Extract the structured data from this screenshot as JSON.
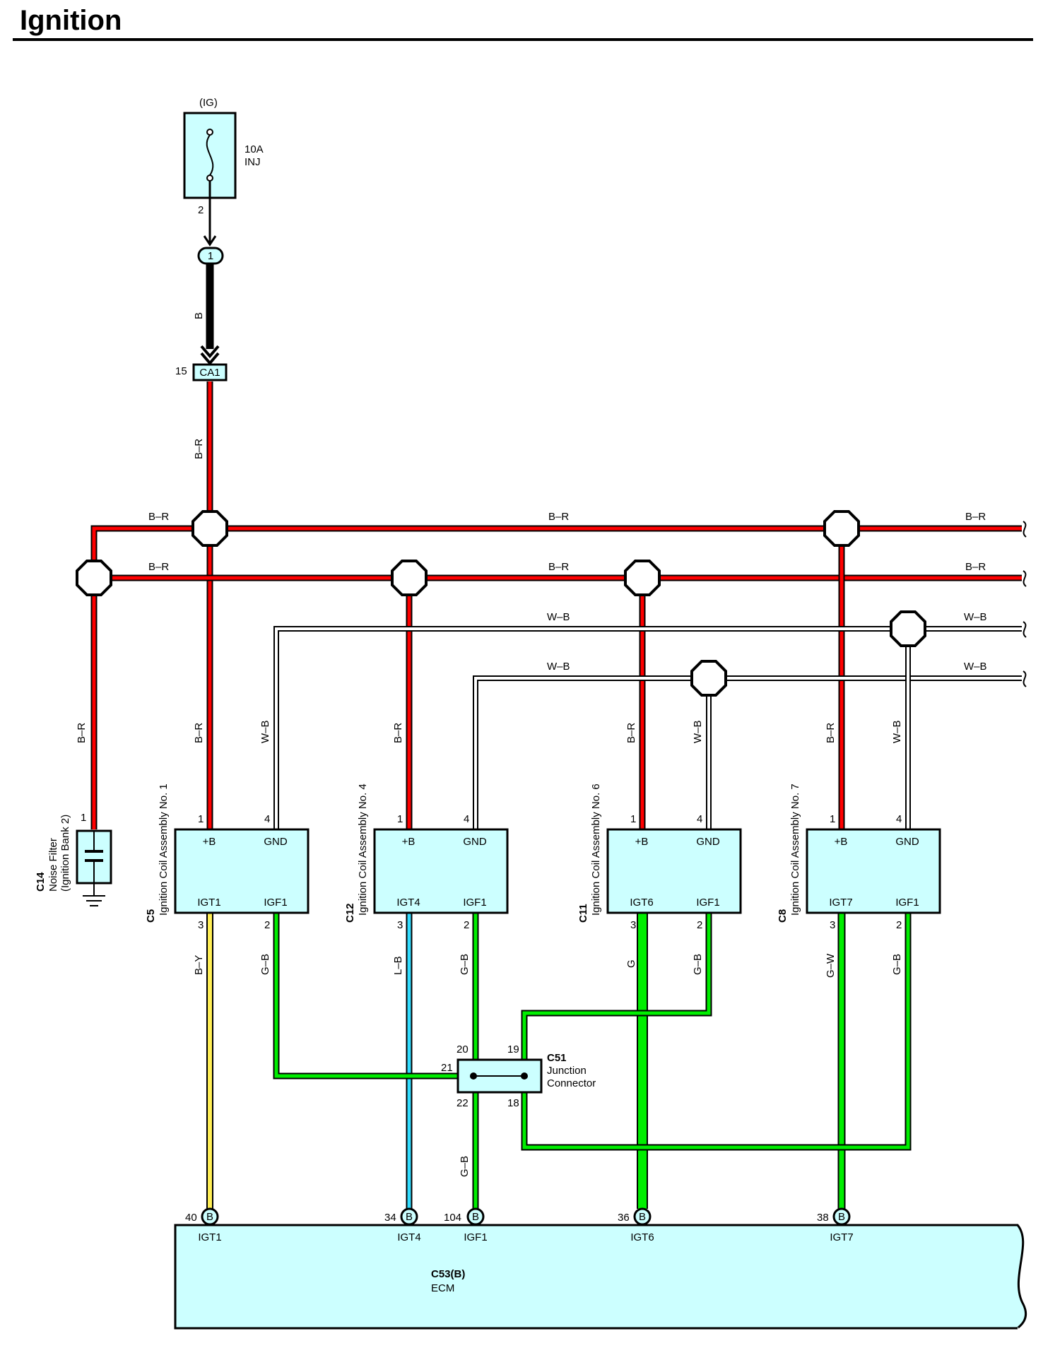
{
  "title": "Ignition",
  "fuse": {
    "source": "(IG)",
    "rating": "10A",
    "name": "INJ",
    "pin": "2"
  },
  "inline_connector": {
    "pin": "1"
  },
  "connector_ca1": {
    "name": "CA1",
    "pin": "15"
  },
  "wire_colors": {
    "B": "B",
    "BR": "B–R",
    "WB": "W–B",
    "GB": "G–B",
    "BY": "B–Y",
    "LB": "L–B",
    "G": "G",
    "GW": "G–W"
  },
  "noise_filter": {
    "code": "C14",
    "name": "Noise Filter",
    "sub": "(Ignition Bank 2)",
    "pin": "1"
  },
  "coils": [
    {
      "code": "C5",
      "name": "Ignition Coil Assembly No. 1",
      "tl": "+B",
      "tr": "GND",
      "bl": "IGT1",
      "br": "IGF1",
      "p1": "1",
      "p4": "4",
      "p3": "3",
      "p2": "2"
    },
    {
      "code": "C12",
      "name": "Ignition Coil Assembly No. 4",
      "tl": "+B",
      "tr": "GND",
      "bl": "IGT4",
      "br": "IGF1",
      "p1": "1",
      "p4": "4",
      "p3": "3",
      "p2": "2"
    },
    {
      "code": "C11",
      "name": "Ignition Coil Assembly No. 6",
      "tl": "+B",
      "tr": "GND",
      "bl": "IGT6",
      "br": "IGF1",
      "p1": "1",
      "p4": "4",
      "p3": "3",
      "p2": "2"
    },
    {
      "code": "C8",
      "name": "Ignition Coil Assembly No. 7",
      "tl": "+B",
      "tr": "GND",
      "bl": "IGT7",
      "br": "IGF1",
      "p1": "1",
      "p4": "4",
      "p3": "3",
      "p2": "2"
    }
  ],
  "junction": {
    "code": "C51",
    "line1": "Junction",
    "line2": "Connector",
    "p20": "20",
    "p19": "19",
    "p21": "21",
    "p22": "22",
    "p18": "18"
  },
  "ecm": {
    "code": "C53(B)",
    "name": "ECM",
    "connector_letter": "B",
    "pins": [
      {
        "num": "40",
        "label": "IGT1"
      },
      {
        "num": "34",
        "label": "IGT4"
      },
      {
        "num": "104",
        "label": "IGF1"
      },
      {
        "num": "36",
        "label": "IGT6"
      },
      {
        "num": "38",
        "label": "IGT7"
      }
    ]
  },
  "colors": {
    "red": "#ff0000",
    "green": "#00ee00",
    "yellow": "#ffee55",
    "blue": "#33ddff",
    "box": "#ccffff"
  }
}
